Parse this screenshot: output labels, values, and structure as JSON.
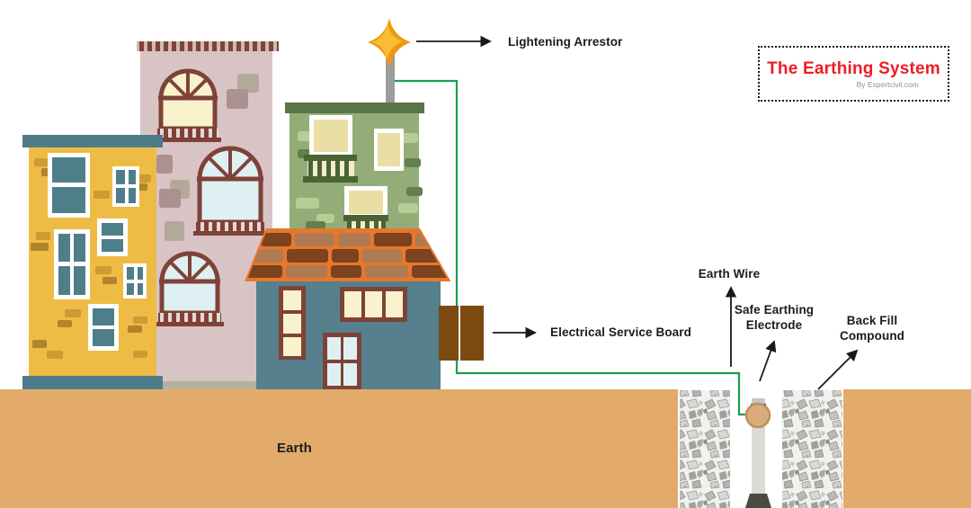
{
  "header": {
    "title": "The Earthing System",
    "subtitle": "By Expertcivil.com"
  },
  "labels": {
    "lightening_arrestor": "Lightening Arrestor",
    "electrical_service_board": "Electrical Service Board",
    "earth_wire": "Earth Wire",
    "safe_earthing_electrode": [
      "Safe Earthing",
      "Electrode"
    ],
    "back_fill_compound": [
      "Back Fill",
      "Compound"
    ],
    "earth": "Earth"
  },
  "colors": {
    "title_red": "#ee1c24",
    "earth_tan": "#e2ab6b",
    "wire_green": "#1b9e4f",
    "star_orange": "#f0980f",
    "yellow_building": "#eebc45",
    "pink_building": "#d9c4c5",
    "green_building": "#94ad78",
    "teal_house": "#56808d",
    "roof_orange": "#e8772e",
    "board_brown": "#7b4a11",
    "label_text": "#1b1b1b"
  },
  "icons": {
    "lightning_arrestor": "sparkle-star-icon",
    "electrode": "ground-rod-icon",
    "gravel": "crushed-stone-texture"
  }
}
